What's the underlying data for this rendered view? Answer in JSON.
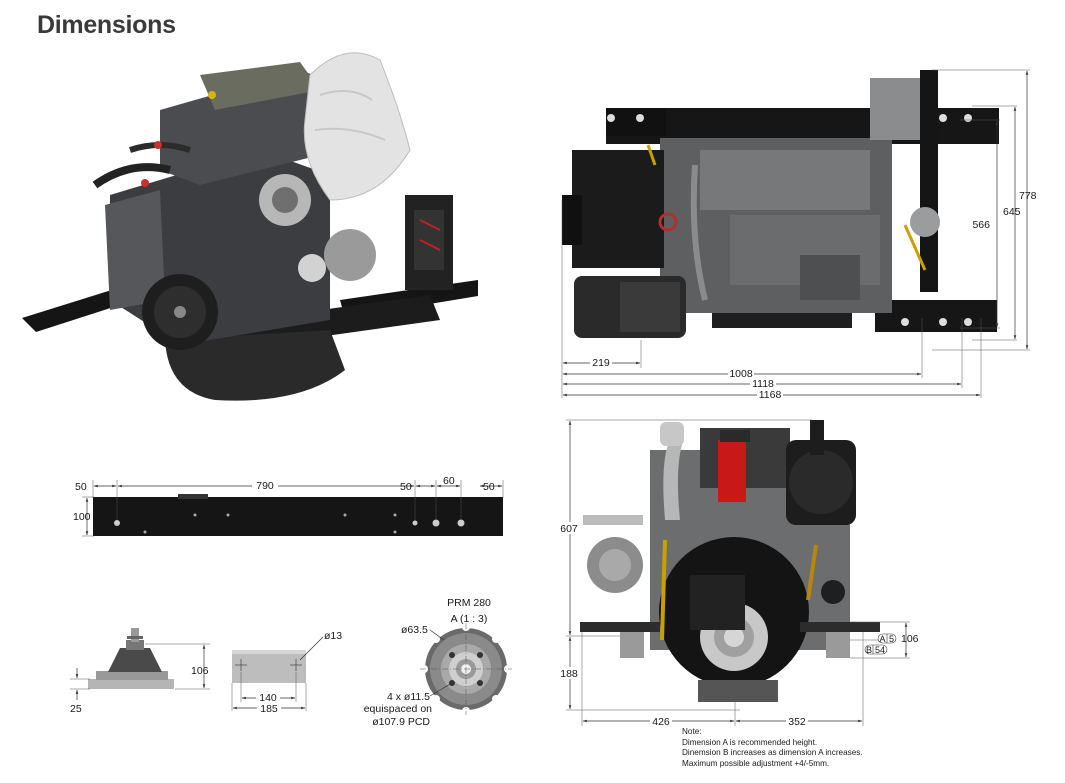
{
  "page": {
    "title": "Dimensions"
  },
  "top_view": {
    "d_219": "219",
    "d_1008": "1008",
    "d_1118": "1118",
    "d_1168": "1168",
    "d_778": "778",
    "d_645": "645",
    "d_566": "566"
  },
  "rail": {
    "d_50a": "50",
    "d_790": "790",
    "d_50b": "50",
    "d_60": "60",
    "d_50c": "50",
    "d_100": "100"
  },
  "mount": {
    "d_106": "106",
    "d_25": "25"
  },
  "bracket": {
    "d_13": "ø13",
    "d_140": "140",
    "d_185": "185"
  },
  "coupling": {
    "label": "PRM 280",
    "scale": "A (1 : 3)",
    "d_63": "ø63.5",
    "holes_1": "4 x ø11.5",
    "holes_2": "equispaced on",
    "holes_3": "ø107.9 PCD"
  },
  "front_view": {
    "d_607": "607",
    "d_188": "188",
    "d_426": "426",
    "d_352": "352",
    "d_106": "106",
    "label_a": "A",
    "val_a": "5",
    "label_b": "B",
    "val_b": "54"
  },
  "note": {
    "title": "Note:",
    "line1": "Dimension A is recommended height.",
    "line2": "Dinemsion B increases as dimension A increases.",
    "line3": "Maximum possible adjustment +4/-5mm."
  }
}
